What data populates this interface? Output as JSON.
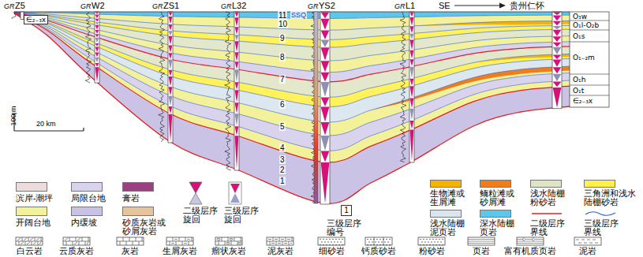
{
  "diagram": {
    "labels": [
      "GR",
      "Z5",
      "GR",
      "W2",
      "GR",
      "ZS1",
      "GR",
      "L32",
      "GR",
      "YS2",
      "GR",
      "L1",
      "SE",
      "贵州仁怀",
      "∈₂₋₃x",
      "O₃w",
      "O₁l-O₂b",
      "O₁s",
      "O₁₋₂m",
      "O₁h",
      "O₁t",
      "∈₂₋₃x",
      "11",
      "10",
      "9",
      "8",
      "7",
      "6",
      "5",
      "4",
      "3",
      "2",
      "1",
      "SSQ",
      "100 m",
      "20 km",
      "1"
    ],
    "legend": [
      {
        "text": "滨岸-潮坪",
        "color": "#ecdcdc"
      },
      {
        "text": "局限台地",
        "color": "#d9d3ee"
      },
      {
        "text": "膏岩",
        "color": "#9c3f83"
      },
      {
        "text": "生物滩或生屑滩",
        "color": "#f5b300"
      },
      {
        "text": "鲕粒滩或砂屑滩",
        "color": "#ee7d1e"
      },
      {
        "text": "浅水陆棚粉砂岩",
        "color": "#dfe4c4"
      },
      {
        "text": "三角洲和浅水陆棚砂岩",
        "color": "#fff04d"
      },
      {
        "text": "开阔台地",
        "color": "#f3f29a"
      },
      {
        "text": "内缓坡",
        "color": "#cac2e6"
      },
      {
        "text": "砂质灰岩或砂屑灰岩",
        "color": "#e8c49c"
      },
      {
        "text": "二级层序旋回"
      },
      {
        "text": "三级层序旋回"
      },
      {
        "text": "三级层序编号"
      },
      {
        "text": "浅水陆棚泥页岩",
        "color": "#dbe5ee"
      },
      {
        "text": "深水陆棚页岩",
        "color": "#5cc6ec"
      },
      {
        "text": "二级层序界线"
      },
      {
        "text": "三级层序界线"
      },
      {
        "text": "白云岩"
      },
      {
        "text": "云质灰岩"
      },
      {
        "text": "灰岩"
      },
      {
        "text": "生屑灰岩"
      },
      {
        "text": "瘤状灰岩"
      },
      {
        "text": "泥灰岩"
      },
      {
        "text": "细砂岩"
      },
      {
        "text": "钙质砂岩"
      },
      {
        "text": "粉砂岩"
      },
      {
        "text": "页岩"
      },
      {
        "text": "富有机质页岩"
      },
      {
        "text": "泥岩"
      }
    ]
  }
}
